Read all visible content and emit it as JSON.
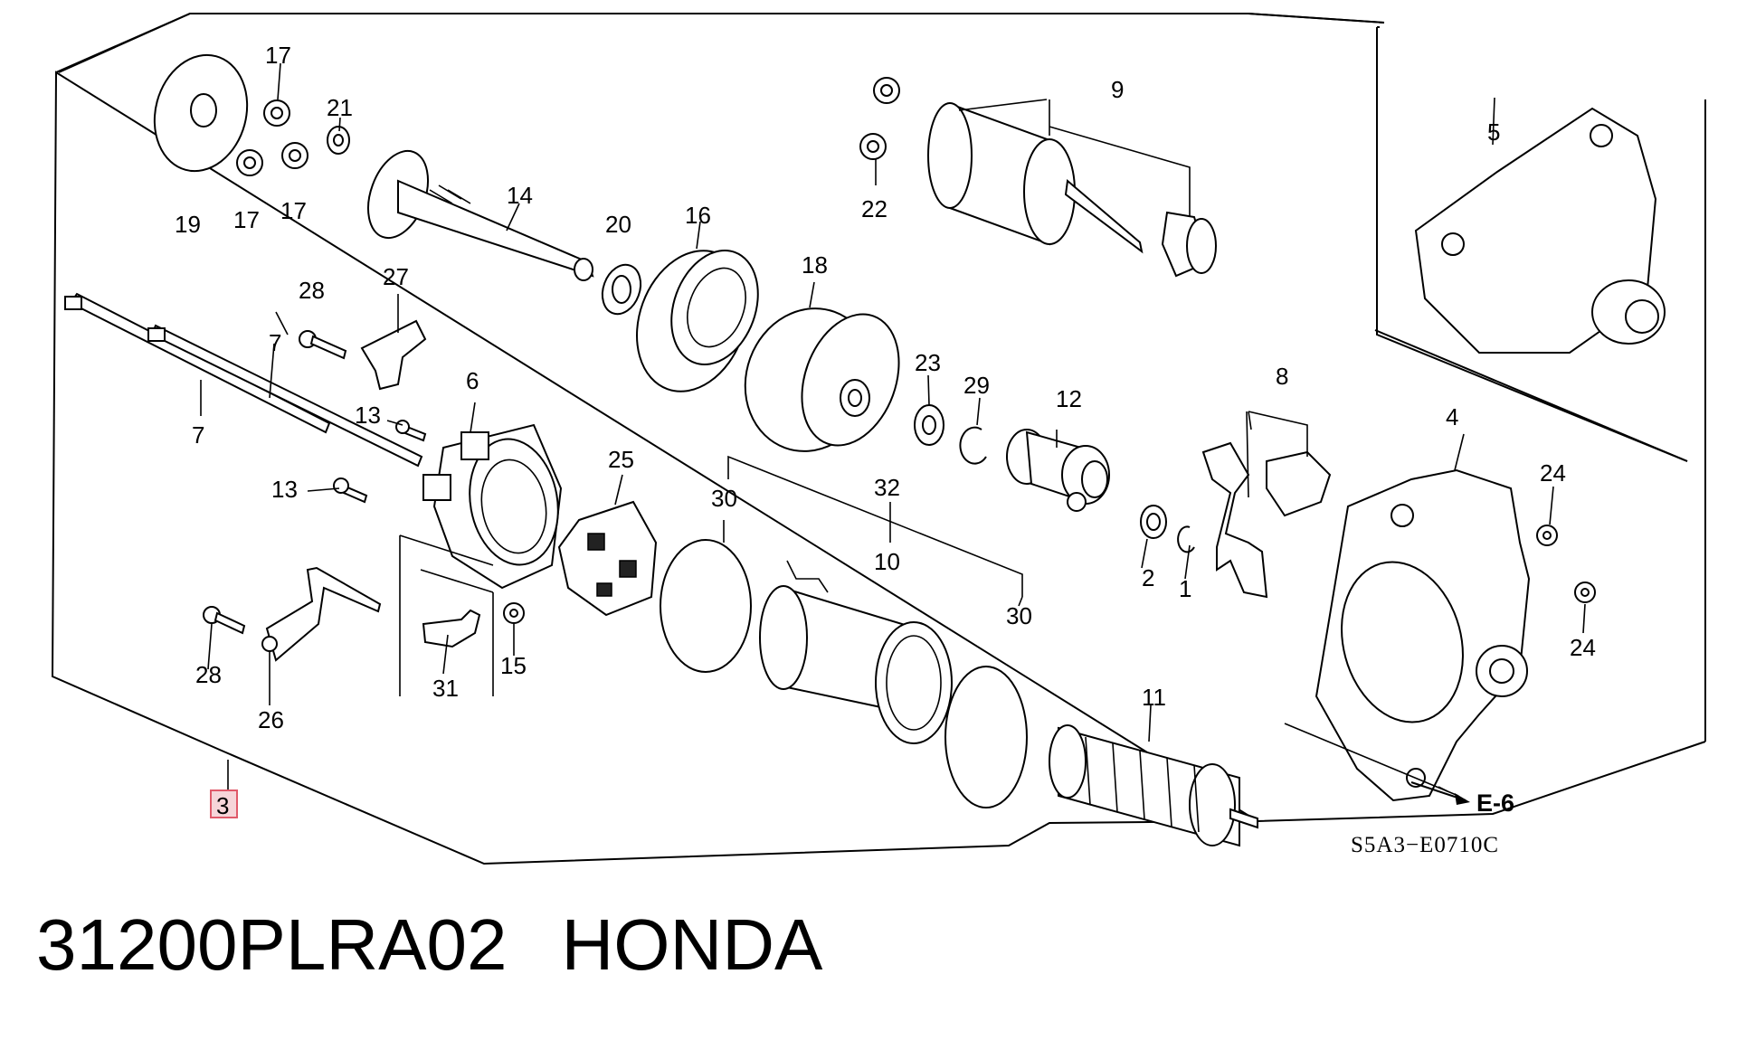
{
  "diagram": {
    "labels": {
      "p1": "1",
      "p2": "2",
      "p3": "3",
      "p4": "4",
      "p5": "5",
      "p6": "6",
      "p7a": "7",
      "p7b": "7",
      "p8": "8",
      "p9": "9",
      "p10": "10",
      "p11": "11",
      "p12": "12",
      "p13a": "13",
      "p13b": "13",
      "p14": "14",
      "p15": "15",
      "p16": "16",
      "p17a": "17",
      "p17b": "17",
      "p17c": "17",
      "p18": "18",
      "p19": "19",
      "p20": "20",
      "p21": "21",
      "p22": "22",
      "p23": "23",
      "p24a": "24",
      "p24b": "24",
      "p25": "25",
      "p26": "26",
      "p27": "27",
      "p28a": "28",
      "p28b": "28",
      "p29": "29",
      "p30a": "30",
      "p30b": "30",
      "p31": "31",
      "p32": "32"
    },
    "reference": "E-6",
    "drawing_code": "S5A3−E0710C",
    "highlight_color": "#e05a6a"
  },
  "footer": {
    "part_number": "31200PLRA02",
    "brand": "HONDA"
  }
}
